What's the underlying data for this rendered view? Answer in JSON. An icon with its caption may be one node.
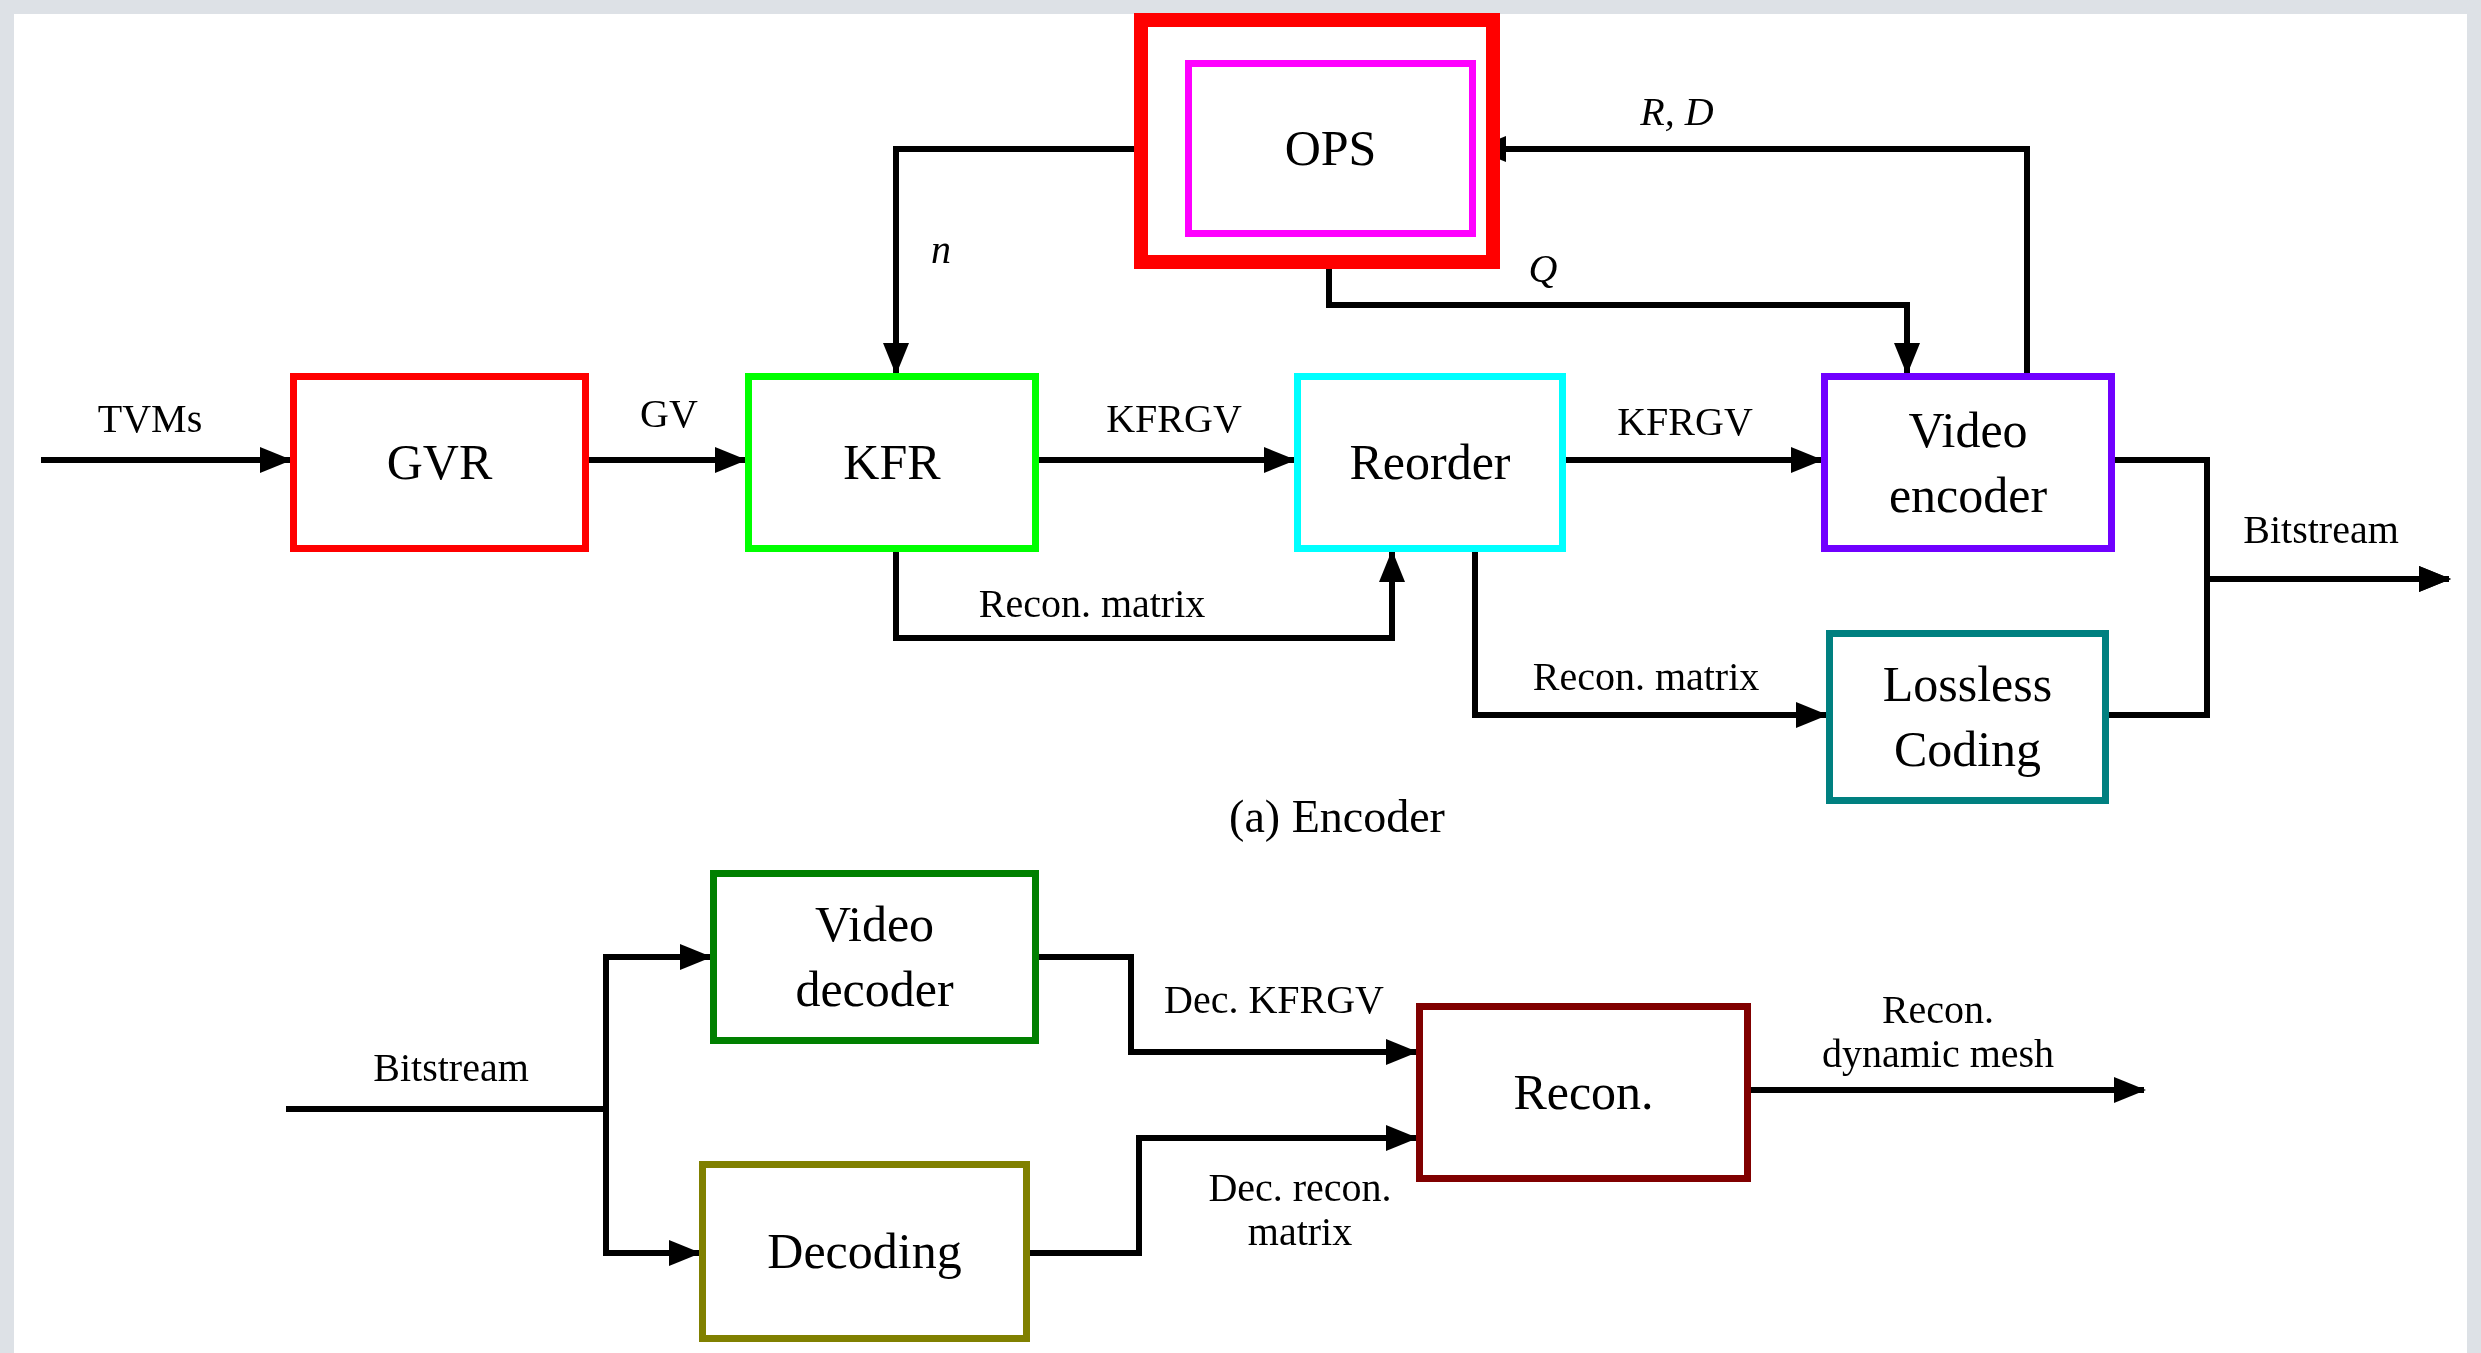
{
  "diagram": {
    "nodes": [
      {
        "text": [],
        "shape": "box"
      },
      {
        "text": [
          "OPS"
        ],
        "in": 0
      },
      {
        "text": [
          "GVR"
        ]
      },
      {
        "text": [
          "KFR"
        ]
      },
      {
        "text": [
          "Reorder"
        ]
      },
      {
        "text": [
          "Video encoder"
        ]
      },
      {
        "text": [
          "Lossless Coding"
        ]
      },
      {
        "text": [
          "Video decoder"
        ]
      },
      {
        "text": [
          "Decoding"
        ]
      },
      {
        "text": [
          "Recon."
        ]
      }
    ],
    "edges": [
      {
        "from": null,
        "to": 2,
        "arrow": "to",
        "label": "TVMs"
      },
      {
        "from": 2,
        "to": 3,
        "arrow": "to",
        "label": "GV"
      },
      {
        "from": 3,
        "to": 4,
        "arrow": "to",
        "label": "KFRGV"
      },
      {
        "from": 4,
        "to": 5,
        "arrow": "to",
        "label": "KFRGV"
      },
      {
        "from": 1,
        "to": 3,
        "arrow": "to",
        "label": "*n*"
      },
      {
        "from": 1,
        "to": 5,
        "arrow": "to",
        "label": "*Q*"
      },
      {
        "from": 5,
        "to": 1,
        "arrow": "to",
        "label": "*R, D*"
      },
      {
        "from": 3,
        "to": 4,
        "arrow": "to",
        "label": "Recon. matrix"
      },
      {
        "from": 4,
        "to": 6,
        "arrow": "to",
        "label": "Recon. matrix"
      },
      {
        "from": 5,
        "to": null,
        "arrow": "to",
        "label": "Bitstream"
      },
      {
        "from": 6,
        "to": null,
        "arrow": "to"
      },
      {
        "from": null,
        "to": 7,
        "arrow": "to",
        "label": "Bitstream"
      },
      {
        "from": null,
        "to": 8,
        "arrow": "to"
      },
      {
        "from": 7,
        "to": 9,
        "arrow": "to",
        "label": "Dec. KFRGV"
      },
      {
        "from": 8,
        "to": 9,
        "arrow": "to",
        "label": "Dec. recon. matrix"
      },
      {
        "from": 9,
        "to": null,
        "arrow": "to",
        "label": "Recon. dynamic mesh"
      }
    ],
    "labels": [
      "(a) Encoder"
    ]
  }
}
